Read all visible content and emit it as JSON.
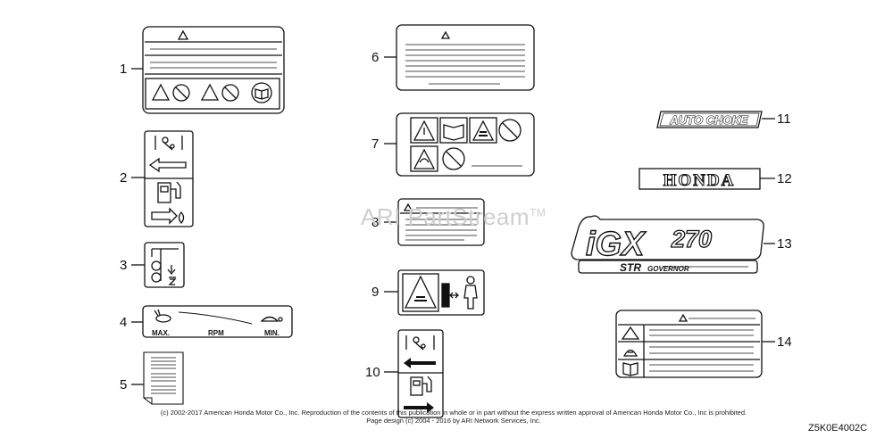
{
  "callouts": [
    "1",
    "2",
    "3",
    "4",
    "5",
    "6",
    "7",
    "8",
    "9",
    "10",
    "11",
    "12",
    "13",
    "14"
  ],
  "labels": {
    "auto_choke": "AUTO CHOKE",
    "honda": "HONDA",
    "igx_brand": "iGX",
    "igx_model": "270",
    "str_governor_a": "STR",
    "str_governor_b": "GOVERNOR",
    "throttle_max": "MAX.",
    "throttle_rpm": "RPM",
    "throttle_min": "MIN."
  },
  "watermark": "ARI PartStream",
  "watermark_tm": "TM",
  "copyright_line1": "(c) 2002-2017 American Honda Motor Co., Inc. Reproduction of the contents of this publication in whole or in part without the express written approval of American Honda Motor Co., Inc is prohibited.",
  "copyright_line2": "Page design (c) 2004 - 2016 by ARI Network Services, Inc.",
  "diagram_code": "Z5K0E4002C",
  "icons": [
    "warning-triangle-icon",
    "no-symbol-icon",
    "manual-book-icon",
    "hot-surface-icon",
    "fuel-pump-icon",
    "arrow-icon",
    "rabbit-icon",
    "turtle-icon",
    "person-icon",
    "choke-lever-icon"
  ]
}
